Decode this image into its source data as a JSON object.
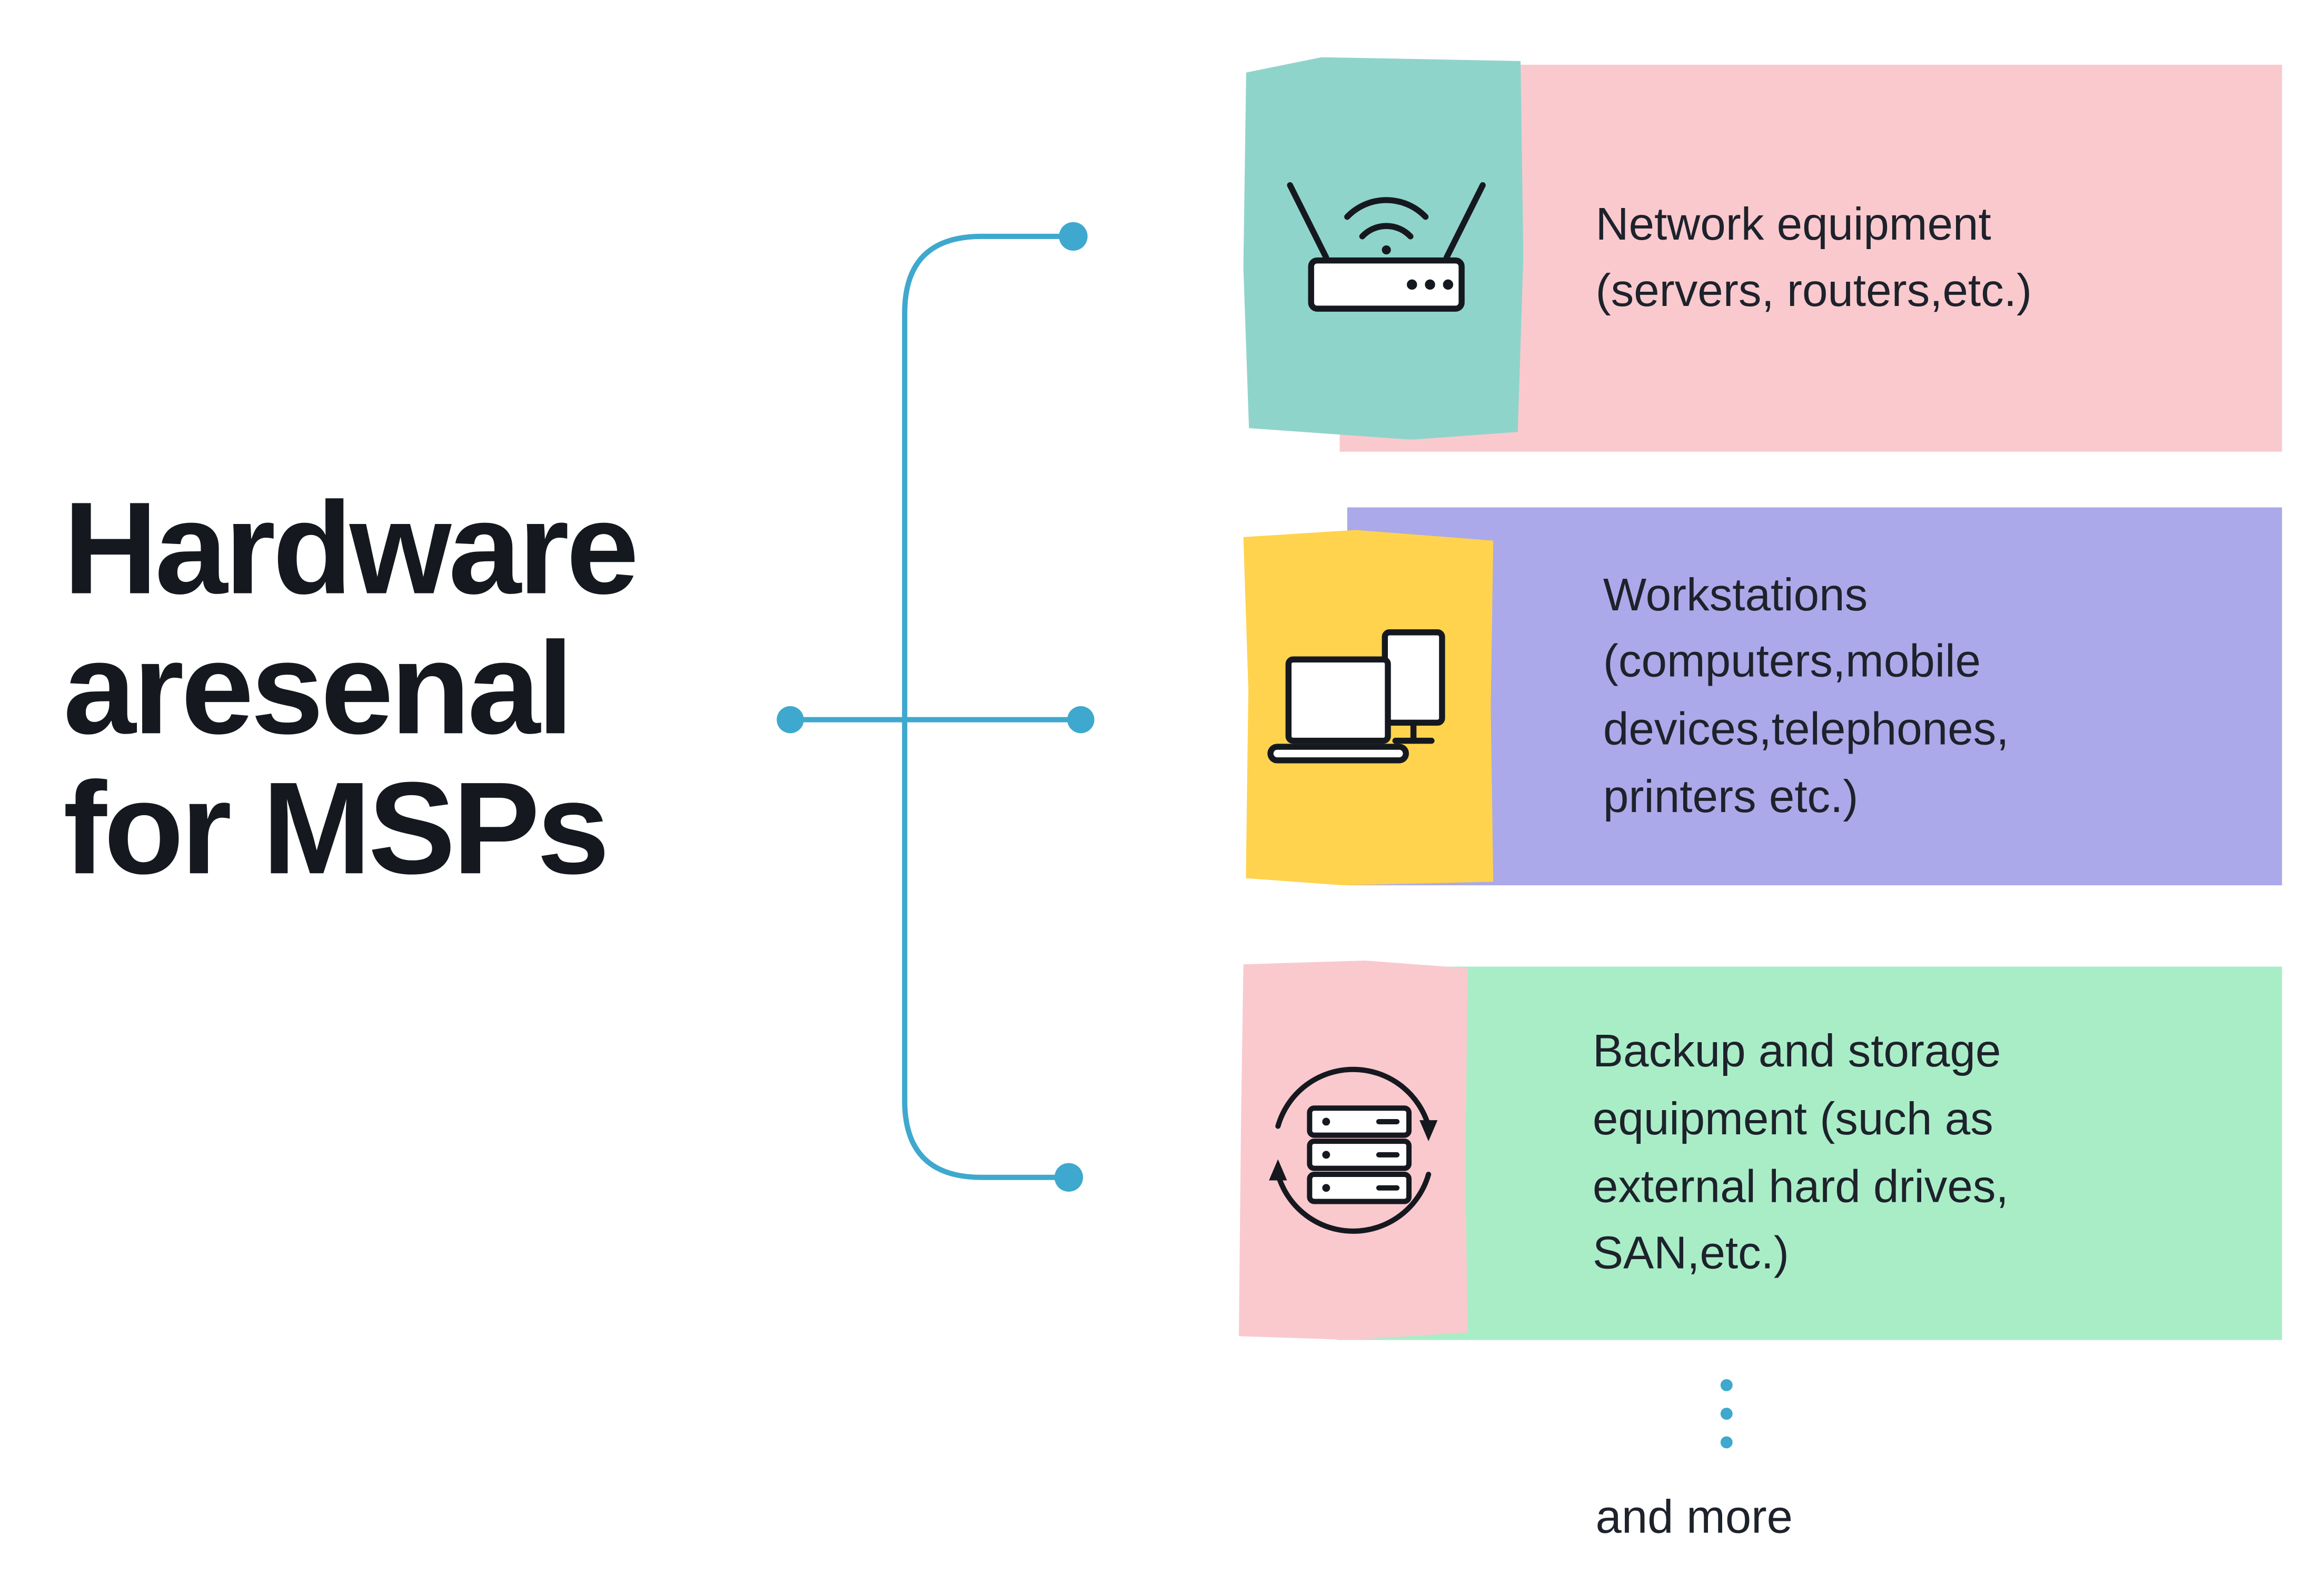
{
  "title": "Hardware\naresenal\nfor MSPs",
  "cards": [
    {
      "text": "Network equipment\n(servers, routers,etc.)",
      "icon": "router-icon",
      "card_color": "#F9C9CE",
      "icon_bg": "#8FD4CB"
    },
    {
      "text": "Workstations\n(computers,mobile\ndevices,telephones,\nprinters etc.)",
      "icon": "workstation-icon",
      "card_color": "#ABA9E9",
      "icon_bg": "#FFD34E"
    },
    {
      "text": "Backup and storage\nequipment (such as\nexternal hard drives,\nSAN,etc.)",
      "icon": "backup-sync-icon",
      "card_color": "#A9EDC7",
      "icon_bg": "#F9C9CE"
    }
  ],
  "footer": {
    "and_more": "and more"
  },
  "colors": {
    "connector_blue": "#3FA8CE",
    "text_dark": "#1D222B",
    "pink": "#F9C9CE",
    "teal": "#8FD4CB",
    "lavender": "#ABA9E9",
    "yellow": "#FFD34E",
    "mint": "#A9EDC7"
  }
}
